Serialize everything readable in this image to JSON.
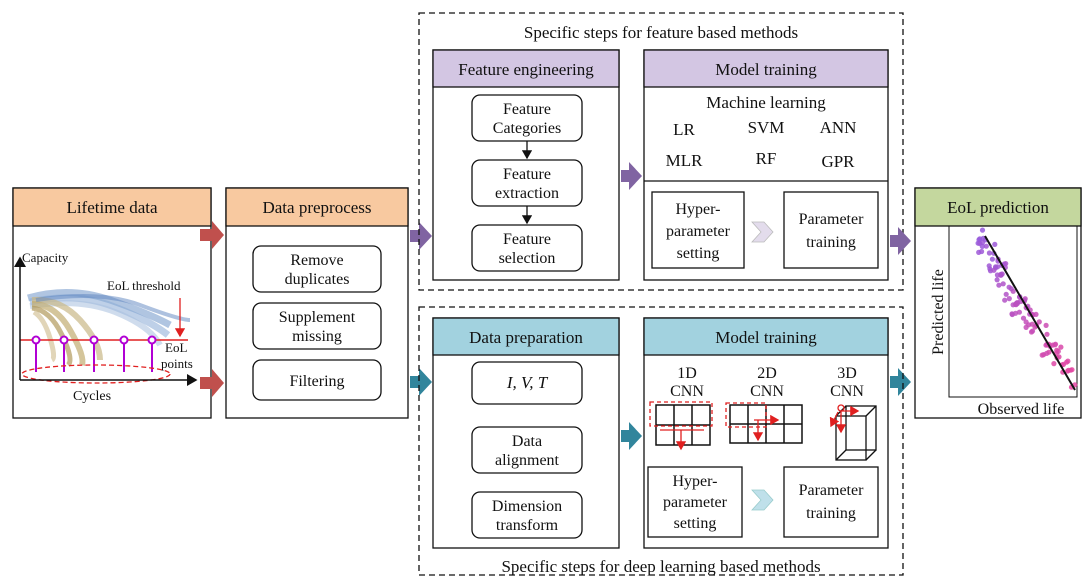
{
  "lifetime": {
    "header": "Lifetime data",
    "y_axis": "Capacity",
    "x_axis": "Cycles",
    "threshold_label": "EoL threshold",
    "eol_label_1": "EoL",
    "eol_label_2": "points"
  },
  "preprocess": {
    "header": "Data preprocess",
    "steps": [
      {
        "line1": "Remove",
        "line2": "duplicates"
      },
      {
        "line1": "Supplement",
        "line2": "missing"
      },
      {
        "line1": "Filtering",
        "line2": ""
      }
    ]
  },
  "feature_branch": {
    "title": "Specific steps for feature based methods",
    "fe_header": "Feature engineering",
    "fe_steps": [
      {
        "line1": "Feature",
        "line2": "Categories"
      },
      {
        "line1": "Feature",
        "line2": "extraction"
      },
      {
        "line1": "Feature",
        "line2": "selection"
      }
    ],
    "mt_header": "Model training",
    "ml_title": "Machine learning",
    "ml_methods": [
      "LR",
      "SVM",
      "ANN",
      "MLR",
      "RF",
      "GPR"
    ],
    "hyper": {
      "line1": "Hyper-",
      "line2": "parameter",
      "line3": "setting"
    },
    "param": {
      "line1": "Parameter",
      "line2": "training"
    }
  },
  "deep_branch": {
    "title": "Specific steps for deep learning based methods",
    "dp_header": "Data preparation",
    "dp_steps": [
      {
        "line1": "I, V, T",
        "line2": ""
      },
      {
        "line1": "Data",
        "line2": "alignment"
      },
      {
        "line1": "Dimension",
        "line2": "transform"
      }
    ],
    "mt_header": "Model training",
    "cnn": [
      {
        "line1": "1D",
        "line2": "CNN"
      },
      {
        "line1": "2D",
        "line2": "CNN"
      },
      {
        "line1": "3D",
        "line2": "CNN"
      }
    ],
    "hyper": {
      "line1": "Hyper-",
      "line2": "parameter",
      "line3": "setting"
    },
    "param": {
      "line1": "Parameter",
      "line2": "training"
    }
  },
  "eol": {
    "header": "EoL prediction",
    "y_axis": "Predicted life",
    "x_axis": "Observed life"
  },
  "colors": {
    "orange_header": "#f8c9a0",
    "purple_header": "#d3c6e3",
    "teal_header": "#a2d2df",
    "green_header": "#c4d79e",
    "red_arrow": "#c0504d",
    "purple_arrow": "#8064a2",
    "teal_arrow": "#31859c"
  }
}
